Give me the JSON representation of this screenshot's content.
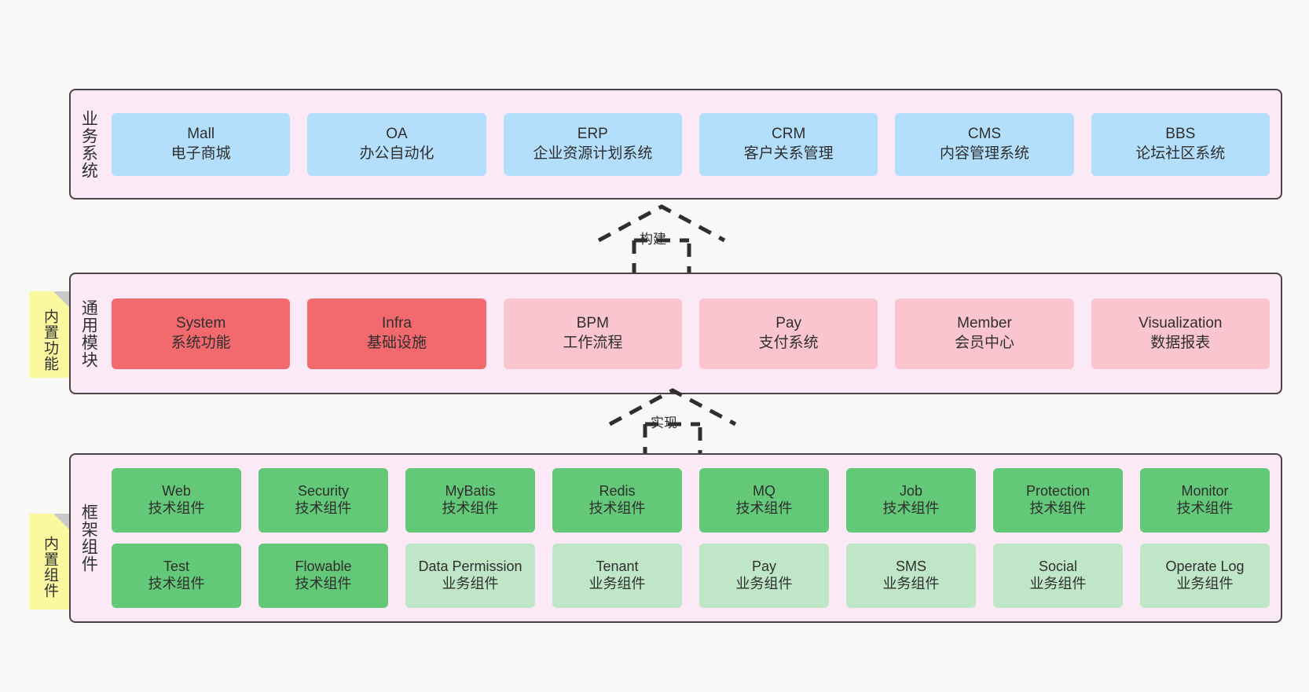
{
  "diagram": {
    "background_color": "#f8f8f7",
    "layer_bg": "#fbeaf5",
    "layer_border": "#4a4247",
    "note_color": "#fbf8a0"
  },
  "layers": [
    {
      "id": "business",
      "title": "业务系统",
      "rows": [
        {
          "cards": [
            {
              "en": "Mall",
              "cn": "电子商城",
              "color": "#b3dffc"
            },
            {
              "en": "OA",
              "cn": "办公自动化",
              "color": "#b3dffc"
            },
            {
              "en": "ERP",
              "cn": "企业资源计划系统",
              "color": "#b3dffc"
            },
            {
              "en": "CRM",
              "cn": "客户关系管理",
              "color": "#b3dffc"
            },
            {
              "en": "CMS",
              "cn": "内容管理系统",
              "color": "#b3dffc"
            },
            {
              "en": "BBS",
              "cn": "论坛社区系统",
              "color": "#b3dffc"
            }
          ]
        }
      ]
    },
    {
      "id": "common",
      "title": "通用模块",
      "rows": [
        {
          "cards": [
            {
              "en": "System",
              "cn": "系统功能",
              "color": "#f2696e"
            },
            {
              "en": "Infra",
              "cn": "基础设施",
              "color": "#f2696e"
            },
            {
              "en": "BPM",
              "cn": "工作流程",
              "color": "#fac5ce"
            },
            {
              "en": "Pay",
              "cn": "支付系统",
              "color": "#fac5ce"
            },
            {
              "en": "Member",
              "cn": "会员中心",
              "color": "#fac5ce"
            },
            {
              "en": "Visualization",
              "cn": "数据报表",
              "color": "#fac5ce"
            }
          ]
        }
      ]
    },
    {
      "id": "framework",
      "title": "框架组件",
      "rows": [
        {
          "cards": [
            {
              "en": "Web",
              "cn": "技术组件",
              "color": "#63c878"
            },
            {
              "en": "Security",
              "cn": "技术组件",
              "color": "#63c878"
            },
            {
              "en": "MyBatis",
              "cn": "技术组件",
              "color": "#63c878"
            },
            {
              "en": "Redis",
              "cn": "技术组件",
              "color": "#63c878"
            },
            {
              "en": "MQ",
              "cn": "技术组件",
              "color": "#63c878"
            },
            {
              "en": "Job",
              "cn": "技术组件",
              "color": "#63c878"
            },
            {
              "en": "Protection",
              "cn": "技术组件",
              "color": "#63c878"
            },
            {
              "en": "Monitor",
              "cn": "技术组件",
              "color": "#63c878"
            }
          ]
        },
        {
          "cards": [
            {
              "en": "Test",
              "cn": "技术组件",
              "color": "#63c878"
            },
            {
              "en": "Flowable",
              "cn": "技术组件",
              "color": "#63c878"
            },
            {
              "en": "Data Permission",
              "cn": "业务组件",
              "color": "#bfe7c7"
            },
            {
              "en": "Tenant",
              "cn": "业务组件",
              "color": "#bfe7c7"
            },
            {
              "en": "Pay",
              "cn": "业务组件",
              "color": "#bfe7c7"
            },
            {
              "en": "SMS",
              "cn": "业务组件",
              "color": "#bfe7c7"
            },
            {
              "en": "Social",
              "cn": "业务组件",
              "color": "#bfe7c7"
            },
            {
              "en": "Operate Log",
              "cn": "业务组件",
              "color": "#bfe7c7"
            }
          ]
        }
      ]
    }
  ],
  "notes": [
    {
      "id": "functions",
      "label": "内置功能"
    },
    {
      "id": "components",
      "label": "内置组件"
    }
  ],
  "arrows": [
    {
      "id": "build",
      "label": "构建",
      "style": "dashed-generalization-up"
    },
    {
      "id": "impl",
      "label": "实现",
      "style": "dashed-generalization-up"
    }
  ]
}
